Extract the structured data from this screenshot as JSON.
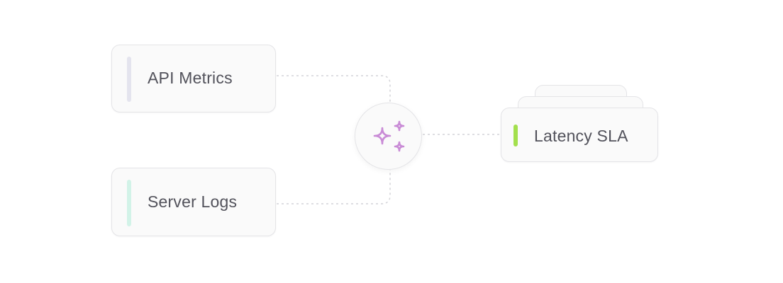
{
  "sources": [
    {
      "label": "API Metrics",
      "accent": "#e4e4ee"
    },
    {
      "label": "Server Logs",
      "accent": "#d2f3e8"
    }
  ],
  "hub": {
    "icon": "sparkles-icon",
    "color": "#c98bd6"
  },
  "target": {
    "label": "Latency SLA",
    "accent": "#a3e04d"
  },
  "colors": {
    "connector": "#d4d4d8",
    "card_border": "#e4e4e7",
    "card_bg": "#fafafa",
    "text": "#52525b"
  }
}
